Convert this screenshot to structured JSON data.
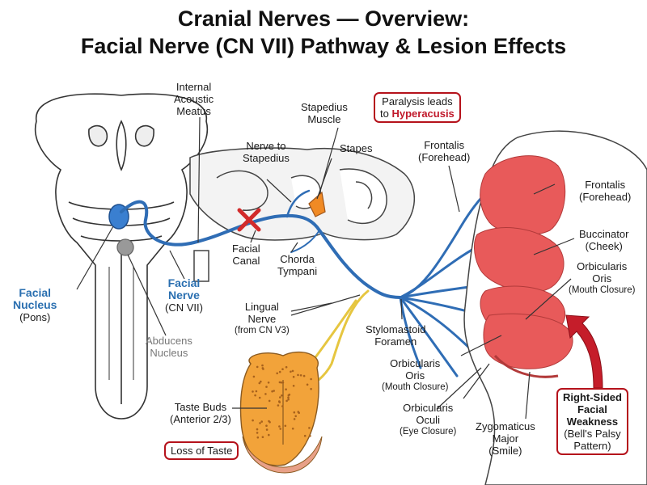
{
  "title": {
    "line1": "Cranial Nerves — Overview:",
    "line2": "Facial Nerve (CN VII) Pathway & Lesion Effects"
  },
  "labels": {
    "iam_1": "Internal",
    "iam_2": "Acoustic",
    "iam_3": "Meatus",
    "stapedius_1": "Stapedius",
    "stapedius_2": "Muscle",
    "hyper_1": "Paralysis leads",
    "hyper_2a": "to ",
    "hyper_2b": "Hyperacusis",
    "nts_1": "Nerve to",
    "nts_2": "Stapedius",
    "stapes": "Stapes",
    "frontalis_in_1": "Frontalis",
    "frontalis_in_2": "(Forehead)",
    "frontalis_out_1": "Frontalis",
    "frontalis_out_2": "(Forehead)",
    "buccinator_1": "Buccinator",
    "buccinator_2": "(Cheek)",
    "oo_right_1": "Orbicularis",
    "oo_right_2": "Oris",
    "oo_right_3": "(Mouth Closure)",
    "facial_canal_1": "Facial",
    "facial_canal_2": "Canal",
    "chorda_1": "Chorda",
    "chorda_2": "Tympani",
    "facial_nucleus_1": "Facial",
    "facial_nucleus_2": "Nucleus",
    "facial_nucleus_3": "(Pons)",
    "facial_nerve_1": "Facial",
    "facial_nerve_2": "Nerve",
    "facial_nerve_3": "(CN VII)",
    "lingual_1": "Lingual",
    "lingual_2": "Nerve",
    "lingual_3": "(from CN V3)",
    "stylo_1": "Stylomastoid",
    "stylo_2": "Foramen",
    "abducens_1": "Abducens",
    "abducens_2": "Nucleus",
    "oo_low_1": "Orbicularis",
    "oo_low_2": "Oris",
    "oo_low_3": "(Mouth Closure)",
    "taste_1": "Taste Buds",
    "taste_2": "(Anterior 2/3)",
    "loss_of_taste": "Loss of Taste",
    "oculi_1": "Orbicularis",
    "oculi_2": "Oculi",
    "oculi_3": "(Eye Closure)",
    "zygo_1": "Zygomaticus",
    "zygo_2": "Major",
    "zygo_3": "(Smile)",
    "weak_1": "Right-Sided",
    "weak_2": "Facial",
    "weak_3": "Weakness",
    "weak_4": "(Bell's Palsy",
    "weak_5": "Pattern)"
  },
  "colors": {
    "nerve_blue": "#2f6db5",
    "nucleus_blue": "#3a7fd0",
    "lesion_red": "#d22b2b",
    "muscle_red": "#e85a5a",
    "tongue_orange": "#f2a33a",
    "lingual_yellow": "#f0d050",
    "callout_red": "#b5121b"
  }
}
